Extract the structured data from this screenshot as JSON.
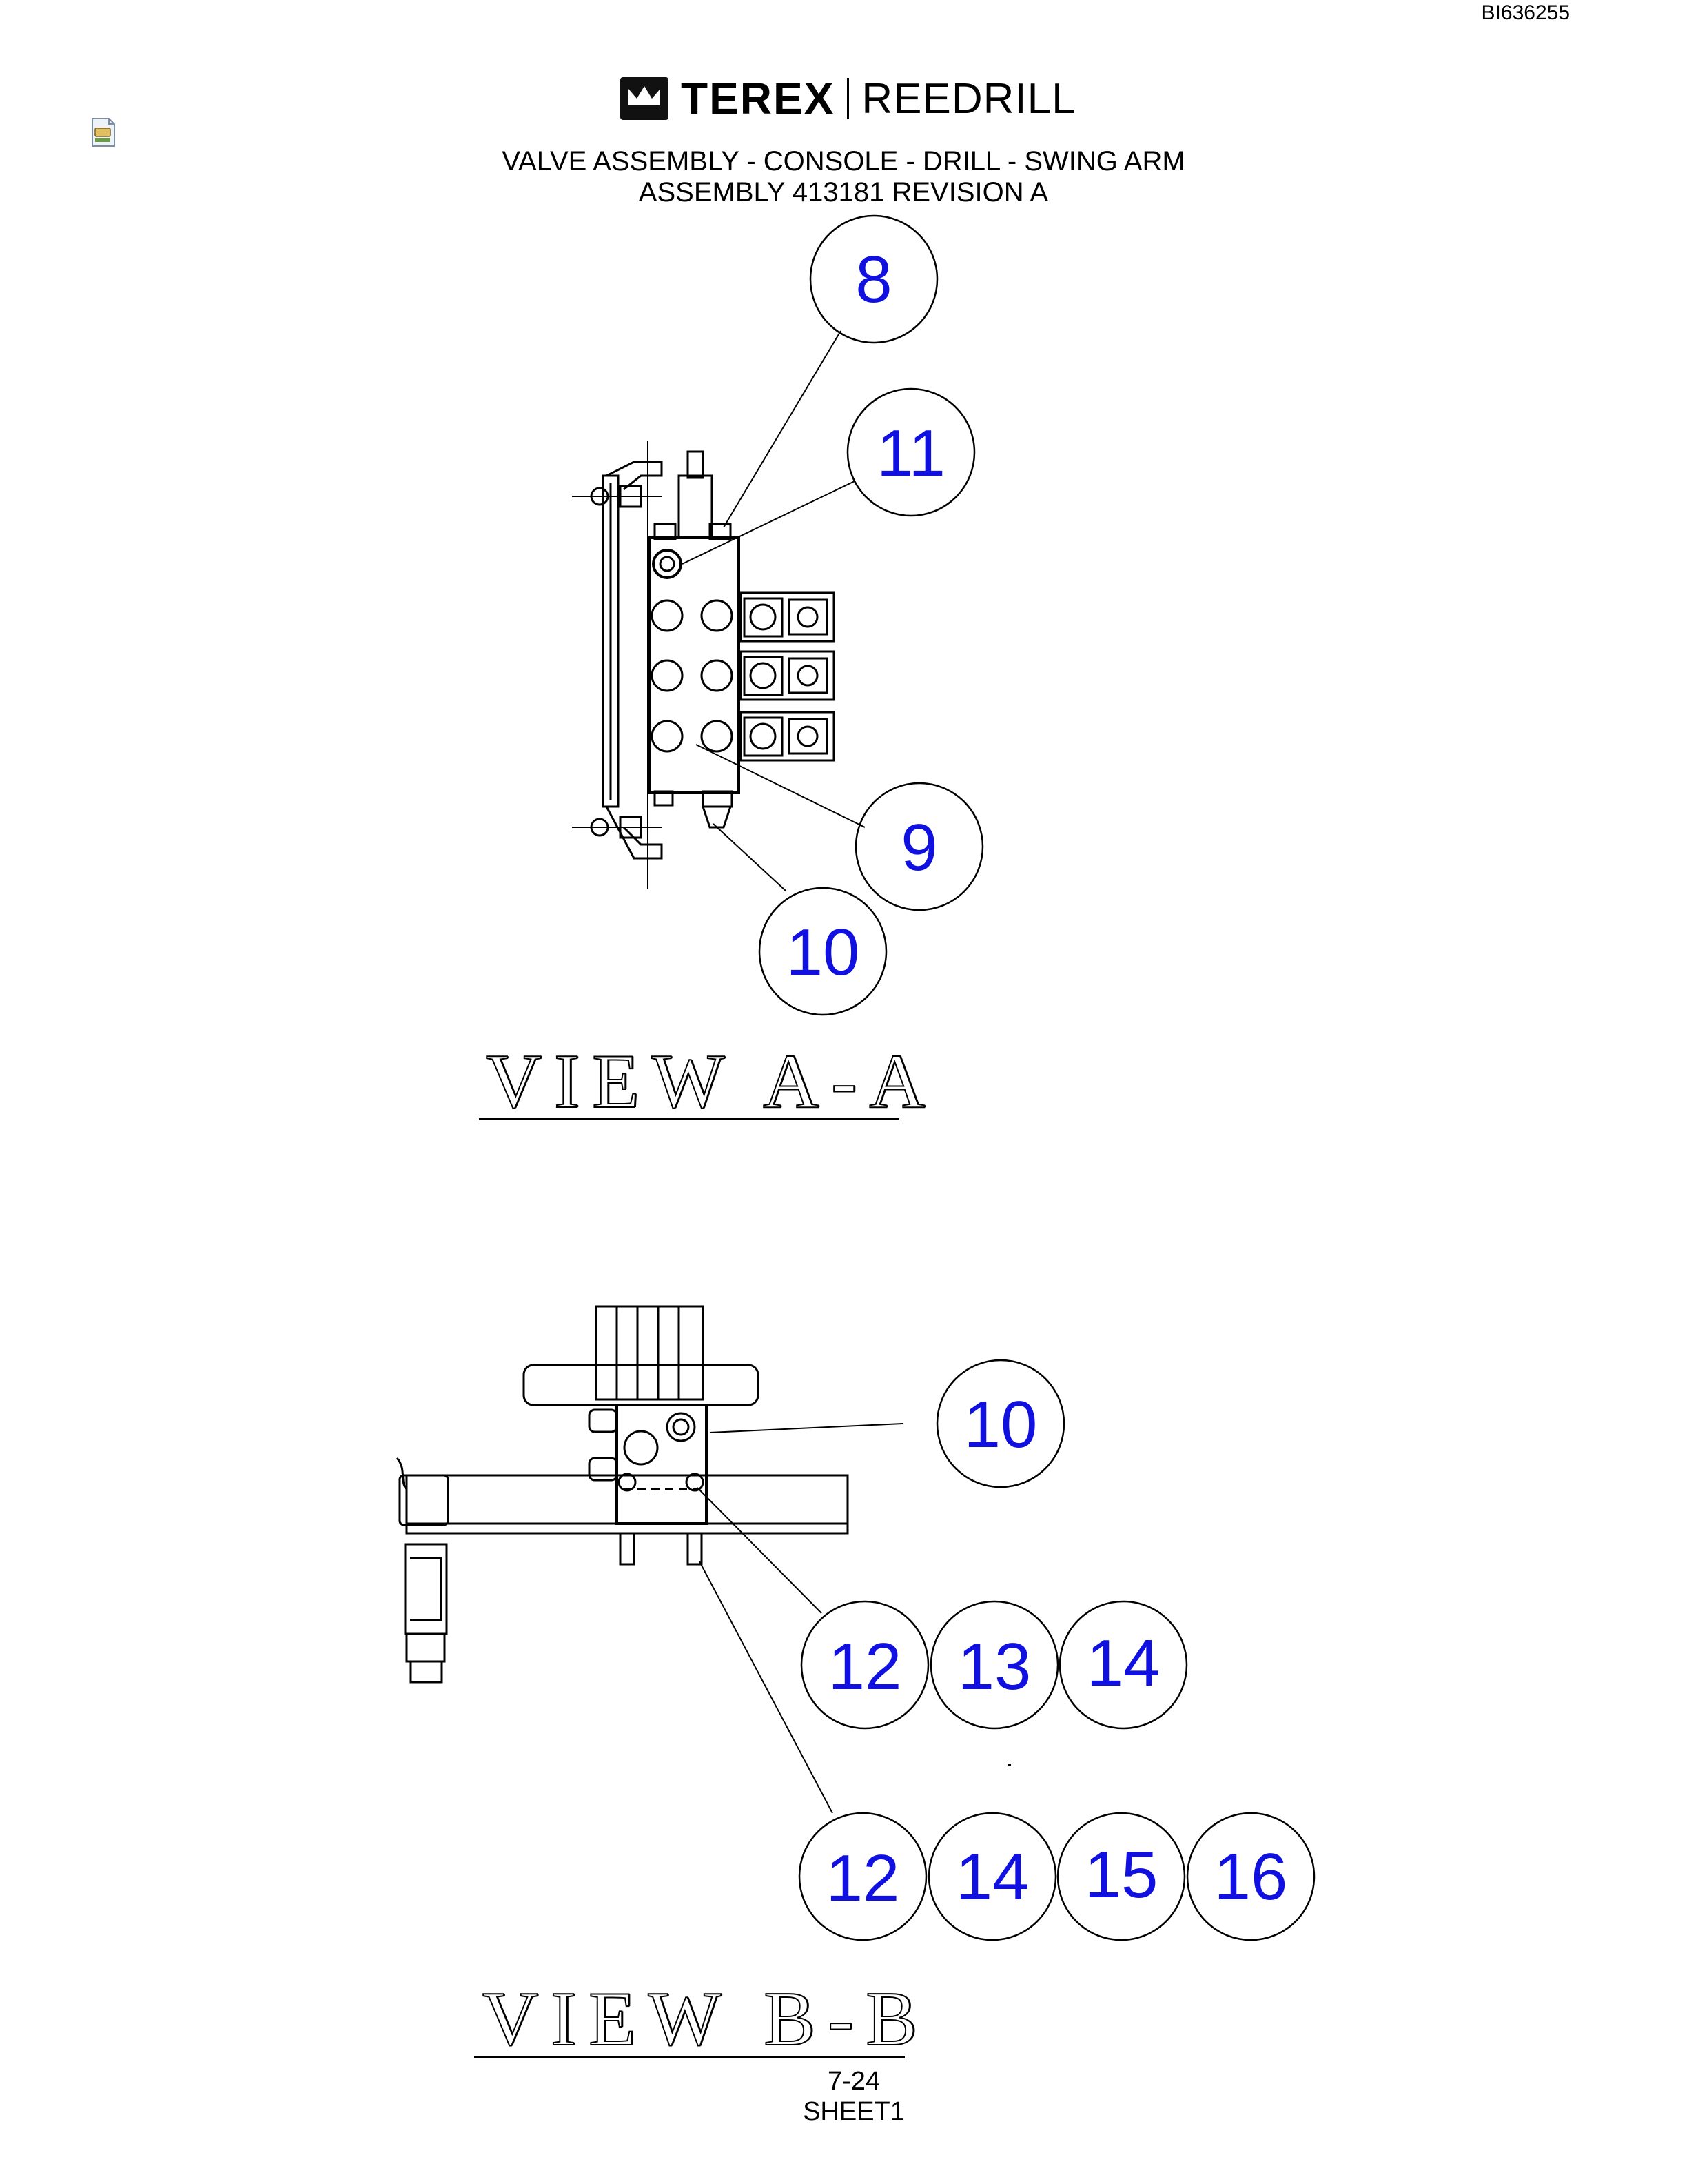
{
  "document": {
    "id": "BI636255",
    "brand_primary": "TEREX",
    "brand_secondary": "REEDRILL",
    "title_line1": "VALVE ASSEMBLY - CONSOLE - DRILL - SWING ARM",
    "title_line2": "ASSEMBLY 413181 REVISION A",
    "page_number": "7-24",
    "sheet": "SHEET1"
  },
  "views": {
    "view_aa": "VIEW A-A",
    "view_bb": "VIEW B-B"
  },
  "callouts": {
    "aa_8": "8",
    "aa_11": "11",
    "aa_9": "9",
    "aa_10": "10",
    "bb_10": "10",
    "bb_12a": "12",
    "bb_13": "13",
    "bb_14a": "14",
    "bb_12b": "12",
    "bb_14b": "14",
    "bb_15": "15",
    "bb_16": "16"
  },
  "colors": {
    "callout_text": "#1010e0",
    "line": "#000000"
  },
  "icons": {
    "file_icon": "document-icon"
  }
}
